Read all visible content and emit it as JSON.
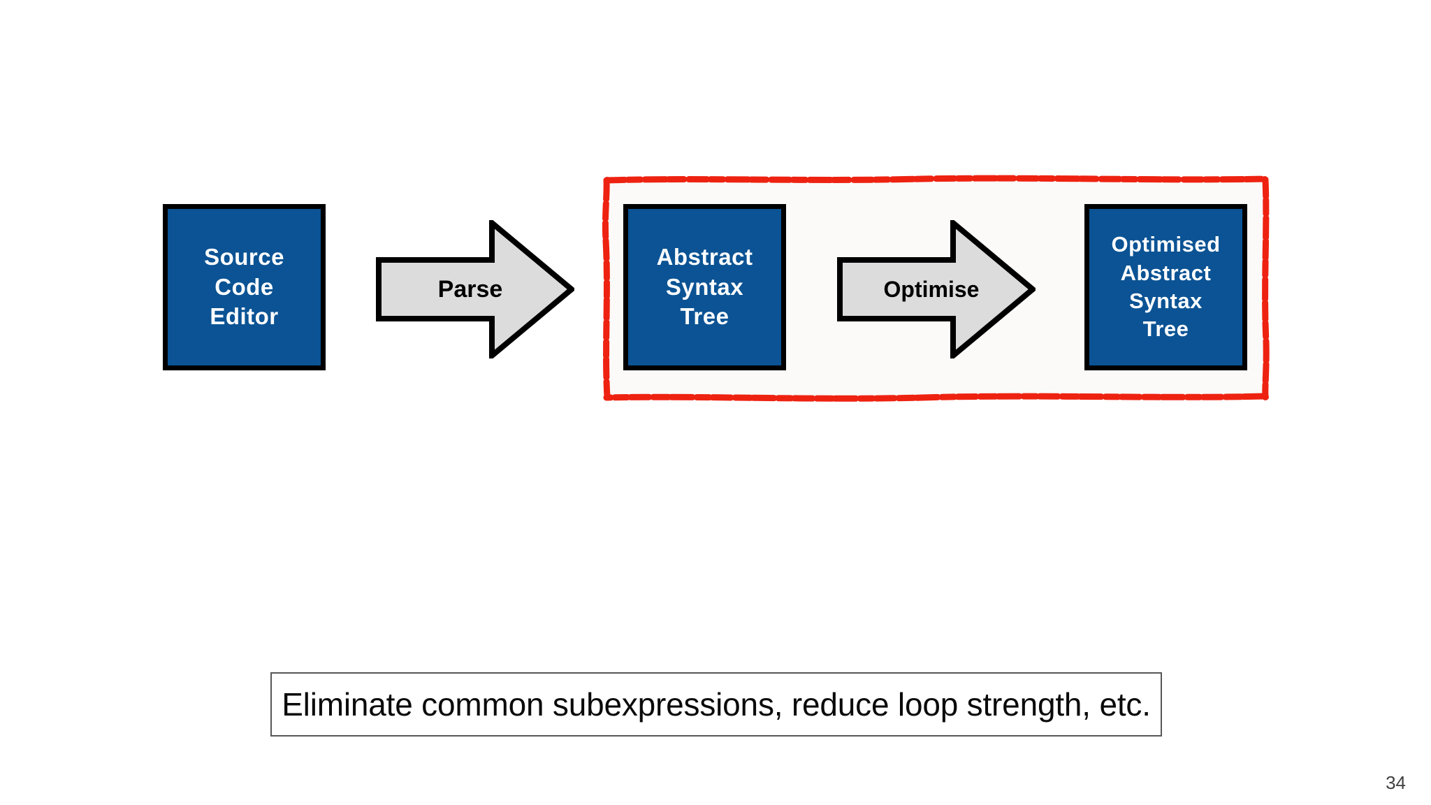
{
  "slide": {
    "number": "34",
    "background_color": "#ffffff",
    "box_fill_color": "#0b5394",
    "box_border_color": "#000000",
    "arrow_fill_color": "#dcdcdc",
    "arrow_border_color": "#000000",
    "highlight_color": "#ee2211",
    "highlight_fill_color": "#fbfaf8",
    "caption_border_color": "#575757"
  },
  "diagram": {
    "boxes": [
      {
        "id": "source-code-editor",
        "lines": [
          "Source",
          "Code",
          "Editor"
        ],
        "highlighted": false
      },
      {
        "id": "abstract-syntax-tree",
        "lines": [
          "Abstract",
          "Syntax",
          "Tree"
        ],
        "highlighted": true
      },
      {
        "id": "optimised-abstract-syntax-tree",
        "lines": [
          "Optimised",
          "Abstract",
          "Syntax",
          "Tree"
        ],
        "highlighted": true
      }
    ],
    "arrows": [
      {
        "id": "parse",
        "label": "Parse"
      },
      {
        "id": "optimise",
        "label": "Optimise"
      }
    ]
  },
  "caption": {
    "text": "Eliminate common subexpressions, reduce loop strength, etc."
  }
}
